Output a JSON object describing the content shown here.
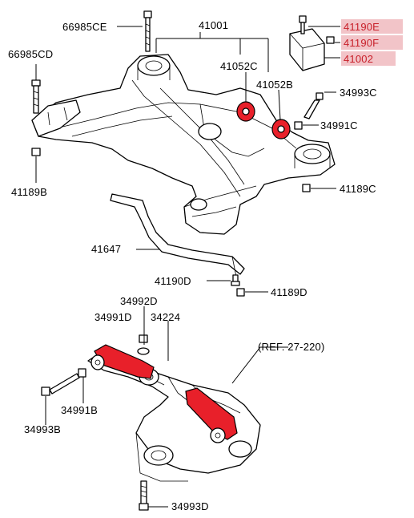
{
  "diagram": {
    "labels": {
      "p66985CE": "66985CE",
      "p41001": "41001",
      "p41190E": "41190E",
      "p41190F": "41190F",
      "p41002": "41002",
      "p66985CD": "66985CD",
      "p41052C": "41052C",
      "p41052B": "41052B",
      "p34993C": "34993C",
      "p34991C": "34991C",
      "p41189B": "41189B",
      "p41189C": "41189C",
      "p41647": "41647",
      "p41190D": "41190D",
      "p41189D": "41189D",
      "p34992D": "34992D",
      "p34991D": "34991D",
      "p34224": "34224",
      "ref": "(REF. 27-220)",
      "p34991B": "34991B",
      "p34993B": "34993B",
      "p34993D": "34993D"
    },
    "highlight_color": "#f2c4c8",
    "part_color": "#e8202a"
  }
}
